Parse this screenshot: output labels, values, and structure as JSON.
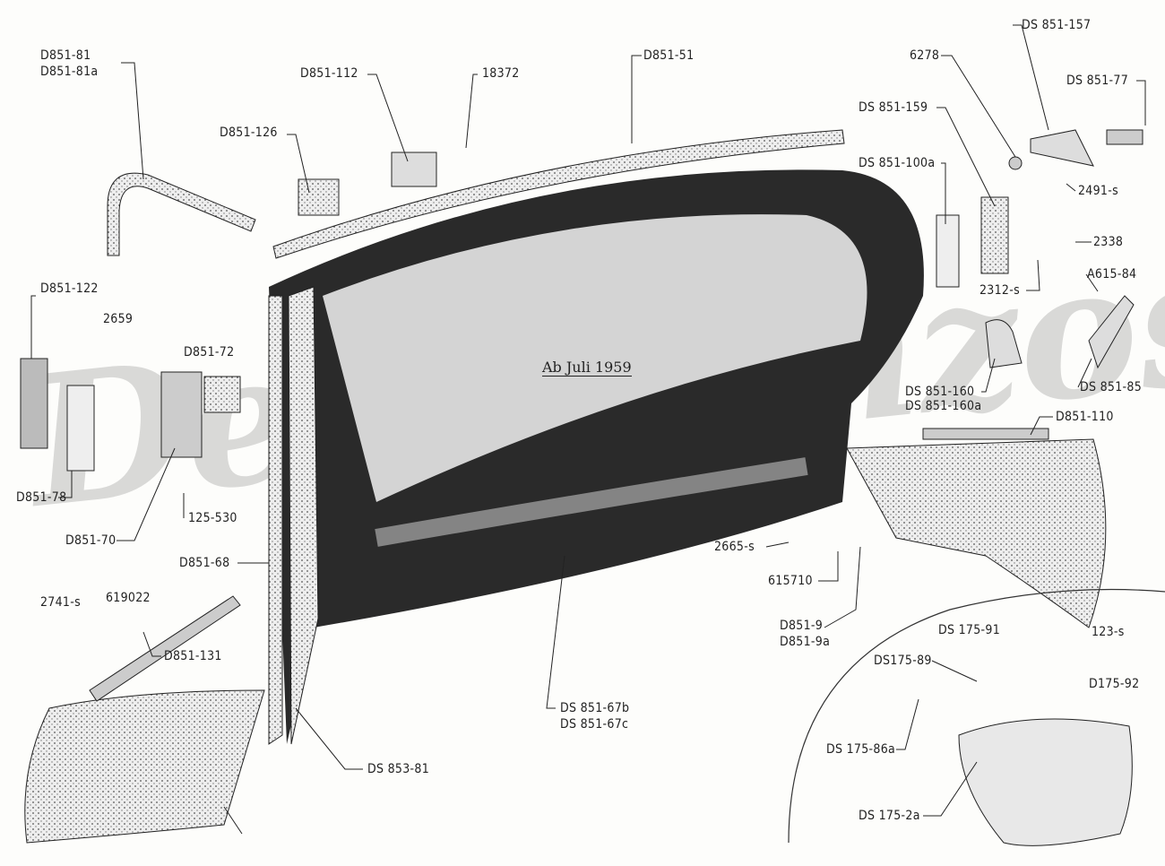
{
  "watermark": "Der Franzose",
  "note": "Ab Juli 1959",
  "labels": {
    "l1": "D851-81",
    "l2": "D851-81a",
    "l3": "D851-126",
    "l4": "D851-112",
    "l5": "18372",
    "l6": "D851-51",
    "l7": "6278",
    "l8": "DS 851-157",
    "l9": "DS 851-77",
    "l10": "DS 851-159",
    "l11": "DS 851-100a",
    "l12": "2491-s",
    "l13": "2338",
    "l14": "2312-s",
    "l15": "A615-84",
    "l16": "D851-122",
    "l17": "2659",
    "l18": "D851-72",
    "l19": "DS 851-160",
    "l20": "DS 851-160a",
    "l21": "DS 851-85",
    "l22": "D851-110",
    "l23": "D851-78",
    "l24": "125-530",
    "l25": "D851-70",
    "l26": "2665-s",
    "l27": "615710",
    "l28": "D851-68",
    "l29": "2741-s",
    "l30": "619022",
    "l31": "D851-9",
    "l32": "D851-9a",
    "l33": "DS 175-91",
    "l34": "123-s",
    "l35": "DS175-89",
    "l36": "D851-131",
    "l37": "D175-92",
    "l38": "DS 851-67b",
    "l39": "DS 851-67c",
    "l40": "DS 175-86a",
    "l41": "DS 853-81",
    "l42": "DS 175-2a"
  }
}
